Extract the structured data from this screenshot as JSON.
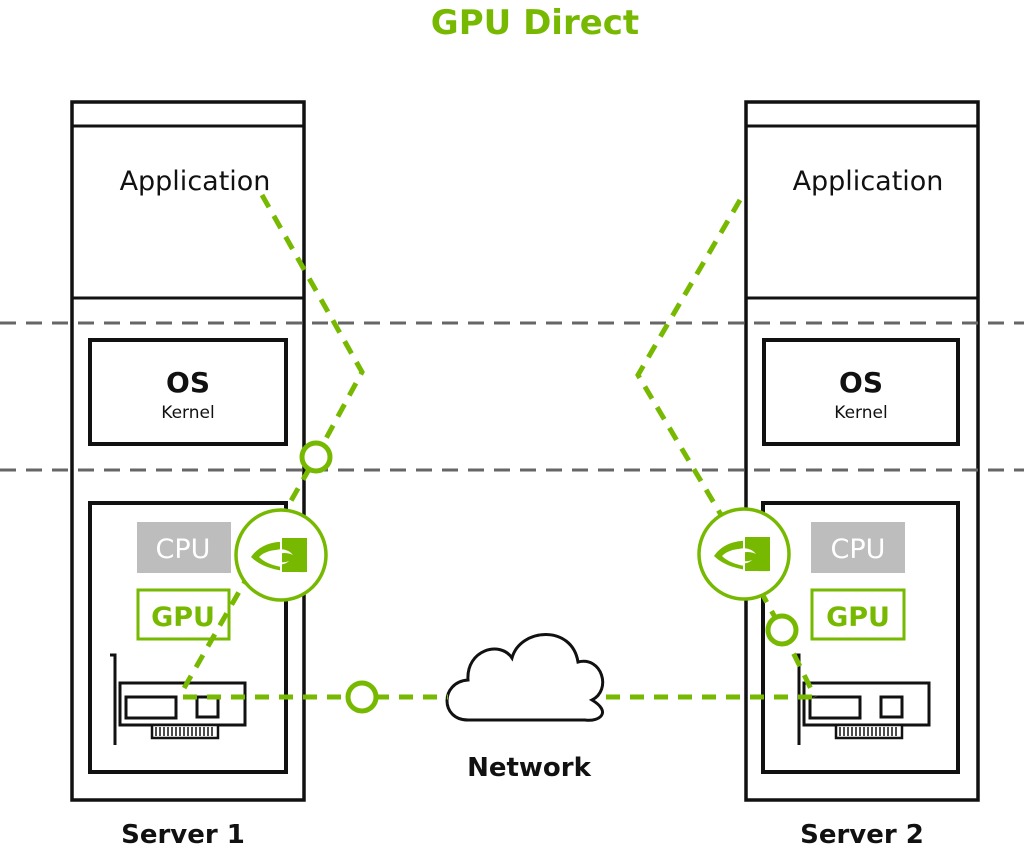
{
  "title": "GPU Direct",
  "colors": {
    "accent": "#76b900",
    "cpu_fill": "#bdbdbd",
    "divider": "#666666",
    "outline": "#111111"
  },
  "servers": [
    {
      "label": "Server 1",
      "application": "Application",
      "os": "OS",
      "kernel": "Kernel",
      "cpu": "CPU",
      "gpu": "GPU",
      "logo": "nvidia-logo"
    },
    {
      "label": "Server 2",
      "application": "Application",
      "os": "OS",
      "kernel": "Kernel",
      "cpu": "CPU",
      "gpu": "GPU",
      "logo": "nvidia-logo"
    }
  ],
  "network": {
    "label": "Network",
    "icon": "cloud-icon"
  }
}
